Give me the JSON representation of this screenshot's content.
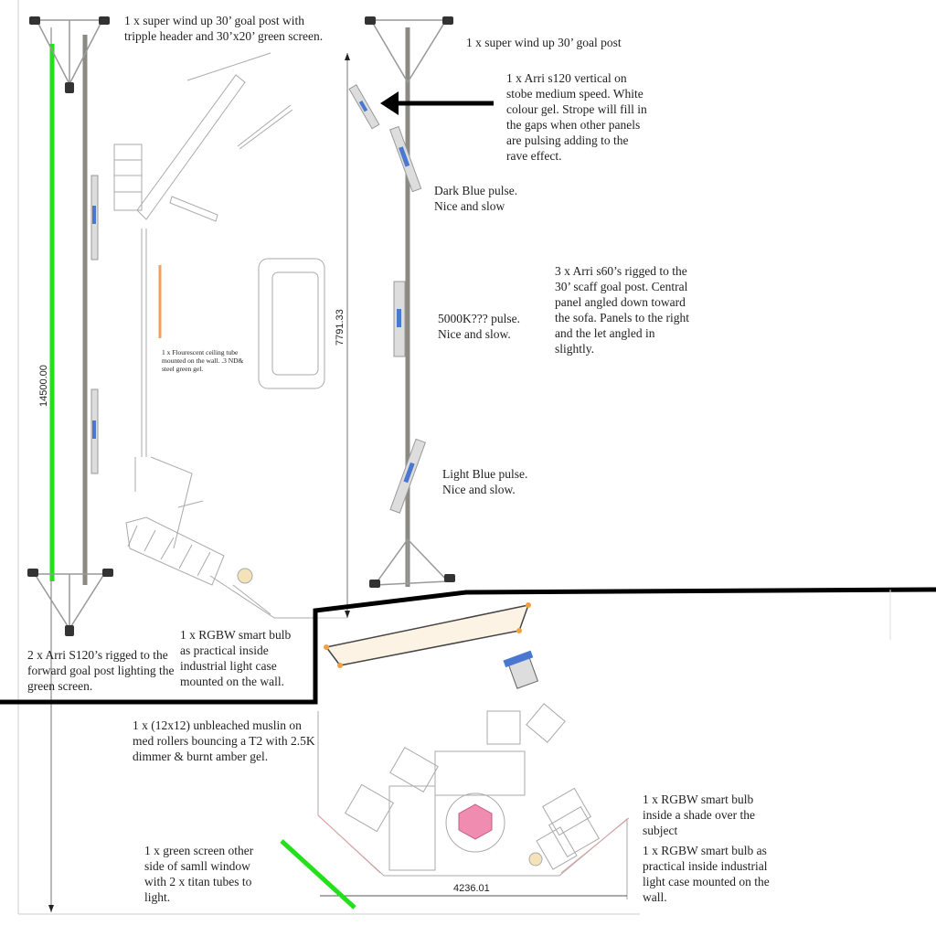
{
  "notes": {
    "left_goal_post": "1 x super wind up 30’ goal post with tripple header and 30’x20’ green screen.",
    "right_goal_post": "1 x super wind up 30’ goal post",
    "arri_s120_strobe": "1 x Arri s120 vertical on stobe medium speed. White colour gel. Strope will fill in the gaps when other panels are pulsing adding to the rave effect.",
    "dark_blue": "Dark Blue pulse. Nice and slow",
    "k5000": "5000K??? pulse. Nice and slow.",
    "arri_s60": "3 x Arri s60’s rigged to the 30’ scaff goal post. Central panel angled down toward the sofa. Panels to the right and the let angled in slightly.",
    "light_blue": "Light Blue pulse. Nice and slow.",
    "fluorescent": "1 x Flourescent ceiling tube mounted on the wall. .3 ND& steel green gel.",
    "arri_s120_green": "2 x Arri S120’s rigged to the forward goal post lighting the green screen.",
    "rgbw_practical_1": "1 x RGBW smart bulb as practical inside industrial light case mounted on the wall.",
    "muslin": "1 x (12x12) unbleached muslin on med rollers bouncing a T2 with 2.5K dimmer & burnt amber gel.",
    "rgbw_shade": "1 x RGBW smart bulb inside a shade over the subject",
    "rgbw_practical_2": "1 x RGBW smart bulb as practical inside industrial light case mounted on the wall.",
    "green_screen_window": "1 x green screen other side of samll window with 2 x titan tubes to light."
  },
  "dimensions": {
    "total_length": "14500.00",
    "room_depth": "7791.33",
    "set_width": "4236.01"
  },
  "colors": {
    "green_screen": "#22e01a",
    "post": "#8a8a82",
    "wall": "#000000",
    "panel_blue": "#4a78d0",
    "muslin": "#fdf3e4",
    "umbrella": "#f08cb0"
  }
}
